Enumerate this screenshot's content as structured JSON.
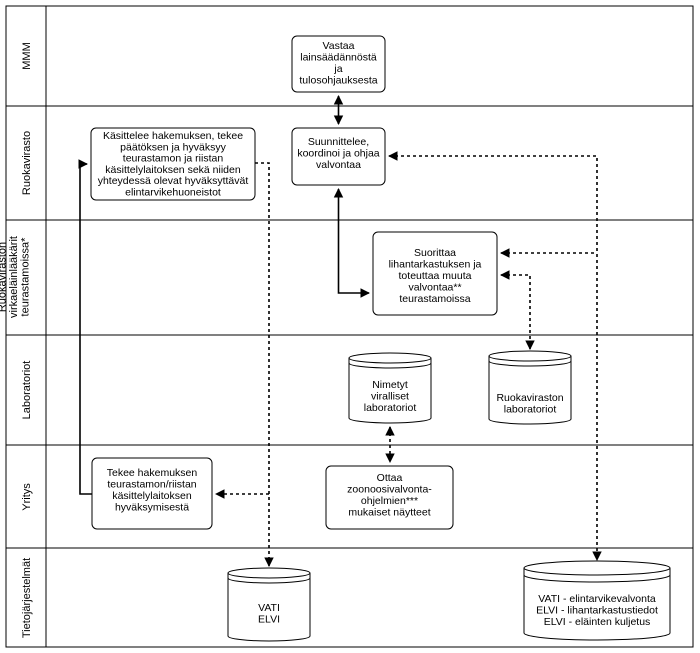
{
  "lanes": [
    {
      "id": "mmm",
      "label": "MMM"
    },
    {
      "id": "ruokavirasto",
      "label": "Ruokavirasto"
    },
    {
      "id": "virkaelainlaakarit",
      "label": [
        "Ruokaviraston",
        "virkaeläinlääkärit",
        "teurastamoissa*"
      ]
    },
    {
      "id": "laboratoriot",
      "label": "Laboratoriot"
    },
    {
      "id": "yritys",
      "label": "Yritys"
    },
    {
      "id": "tietojarjestelmat",
      "label": "Tietojärjestelmät"
    }
  ],
  "nodes": {
    "mmm_box": [
      "Vastaa",
      "lainsäädännöstä",
      "ja",
      "tulosohjauksesta"
    ],
    "ruoka_left": [
      "Käsittelee hakemuksen, tekee",
      "päätöksen ja hyväksyy",
      "teurastamon ja riistan",
      "käsittelylaitoksen sekä niiden",
      "yhteydessä olevat hyväksyttävät",
      "elintarvikehuoneistot"
    ],
    "ruoka_center": [
      "Suunnittelee,",
      "koordinoi ja ohjaa",
      "valvontaa"
    ],
    "virka_box": [
      "Suorittaa",
      "lihantarkastuksen ja",
      "toteuttaa muuta",
      "valvontaa**",
      "teurastamoissa"
    ],
    "lab_nimetyt": [
      "Nimetyt",
      "viralliset",
      "laboratoriot"
    ],
    "lab_ruoka": [
      "Ruokaviraston",
      "laboratoriot"
    ],
    "yritys_left": [
      "Tekee hakemuksen",
      "teurastamon/riistan",
      "käsittelylaitoksen",
      "hyväksymisestä"
    ],
    "yritys_center": [
      "Ottaa",
      "zoonoosivalvonta-",
      "ohjelmien***",
      "mukaiset näytteet"
    ],
    "db_vati": [
      "VATI",
      "ELVI"
    ],
    "db_big": [
      "VATI - elintarvikevalvonta",
      "ELVI - lihantarkastustiedot",
      "ELVI - eläinten kuljetus"
    ]
  }
}
